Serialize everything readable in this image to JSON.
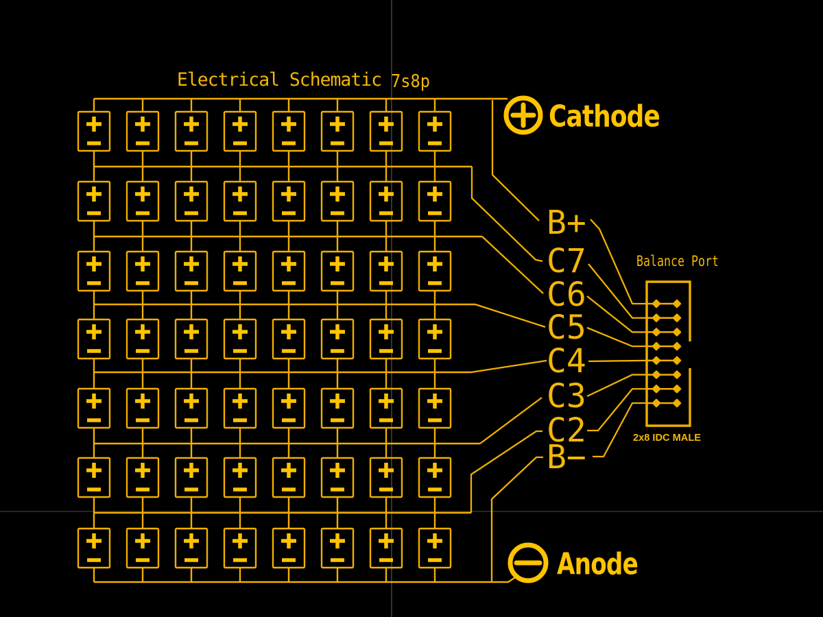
{
  "title": {
    "main": "Electrical Schematic",
    "config": "7s8p"
  },
  "pack": {
    "series_rows": 7,
    "parallel_columns": 8,
    "cell": {
      "positive_symbol": "+",
      "negative_symbol": "−"
    }
  },
  "terminals": {
    "cathode": {
      "label": "Cathode",
      "symbol": "+"
    },
    "anode": {
      "label": "Anode",
      "symbol": "−"
    }
  },
  "balance": {
    "title": "Balance Port",
    "connector_label": "2x8 IDC MALE",
    "labels": [
      "B+",
      "C7",
      "C6",
      "C5",
      "C4",
      "C3",
      "C2",
      "B−"
    ],
    "pin_rows": 8,
    "pin_columns": 2
  },
  "colors": {
    "background": "#000000",
    "trace": "#F0B000",
    "thin_text": "#F3B70A",
    "bold_text": "#FFC400",
    "guide_vertical": "#4a4a4a",
    "guide_horizontal": "#333333"
  }
}
